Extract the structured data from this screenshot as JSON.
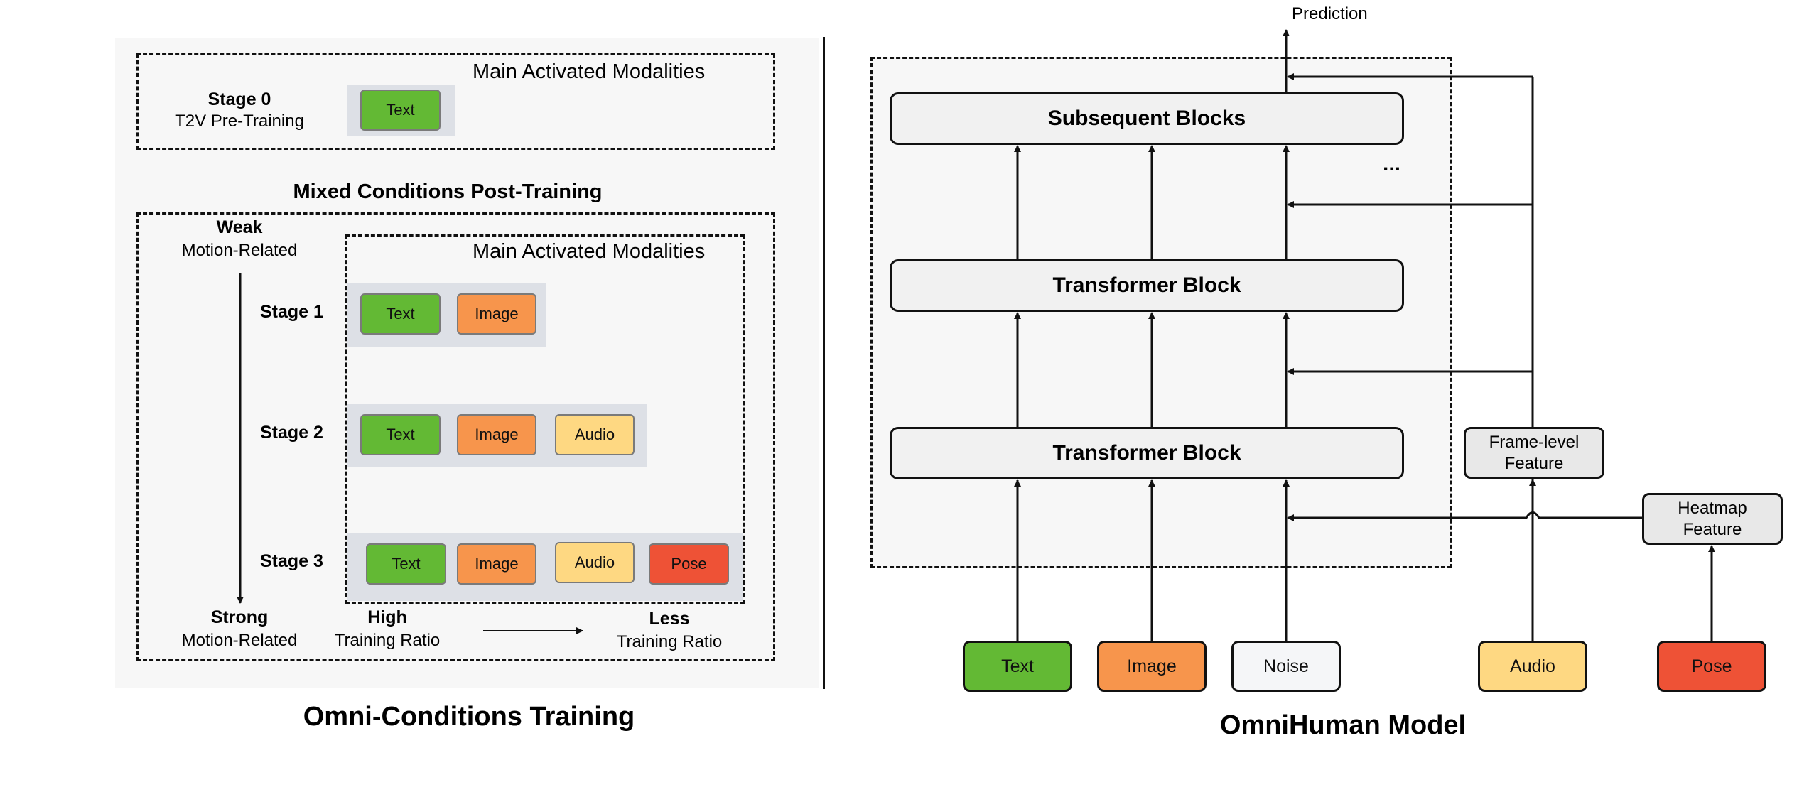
{
  "colors": {
    "text": "#63b934",
    "image": "#f7954c",
    "audio": "#fed882",
    "noise": "#f5f6f8",
    "pose": "#ee5236",
    "panel": "#f7f7f7",
    "strip": "#dde0e6"
  },
  "left": {
    "title": "Omni-Conditions Training",
    "stage0": {
      "stage": "Stage 0",
      "sublabel": "T2V Pre-Training",
      "box_title": "Main Activated Modalities",
      "chips": [
        "Text"
      ]
    },
    "mixed_title": "Mixed Conditions Post-Training",
    "weak": {
      "bold": "Weak",
      "sub": "Motion-Related"
    },
    "strong": {
      "bold": "Strong",
      "sub": "Motion-Related"
    },
    "inner_title": "Main Activated Modalities",
    "stages": [
      {
        "label": "Stage 1",
        "chips": [
          "Text",
          "Image"
        ]
      },
      {
        "label": "Stage 2",
        "chips": [
          "Text",
          "Image",
          "Audio"
        ]
      },
      {
        "label": "Stage 3",
        "chips": [
          "Text",
          "Image",
          "Audio",
          "Pose"
        ]
      }
    ],
    "high": {
      "bold": "High",
      "sub": "Training Ratio"
    },
    "less": {
      "bold": "Less",
      "sub": "Training Ratio"
    }
  },
  "right": {
    "title": "OmniHuman Model",
    "prediction": "Prediction",
    "blocks": [
      "Subsequent Blocks",
      "Transformer Block",
      "Transformer Block"
    ],
    "ellipsis": "...",
    "frame_feature": [
      "Frame-level",
      "Feature"
    ],
    "heatmap_feature": [
      "Heatmap",
      "Feature"
    ],
    "inputs": [
      "Text",
      "Image",
      "Noise",
      "Audio",
      "Pose"
    ]
  }
}
